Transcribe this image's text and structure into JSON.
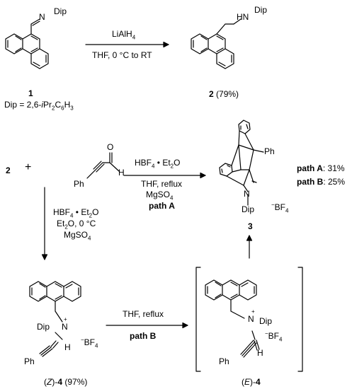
{
  "reaction1": {
    "reagent": "LiAlH",
    "reagent_sub": "4",
    "conditions": "THF, 0 °C to RT"
  },
  "compound1": {
    "number": "1",
    "dip_definition_prefix": "Dip = 2,6-",
    "dip_definition_i": "i",
    "dip_definition_mid": "Pr",
    "dip_definition_sub1": "2",
    "dip_definition_c": "C",
    "dip_definition_sub2": "6",
    "dip_definition_h": "H",
    "dip_definition_sub3": "3",
    "n_label": "N",
    "dip_label": "Dip"
  },
  "compound2": {
    "number": "2",
    "yield": "(79%)",
    "hn_label": "HN",
    "dip_label": "Dip"
  },
  "reaction2": {
    "start_number": "2",
    "plus": "+",
    "aldehyde_o": "O",
    "aldehyde_h": "H",
    "aldehyde_ph": "Ph",
    "pathA_line1": "HBF",
    "pathA_line1_sub": "4",
    "pathA_line1_tail": " • Et",
    "pathA_line1_sub2": "2",
    "pathA_line1_o": "O",
    "pathA_line2": "THF, reflux",
    "pathA_line3": "MgSO",
    "pathA_line3_sub": "4",
    "pathA_label": "path A",
    "down_line1": "HBF",
    "down_line1_sub": "4",
    "down_line1_tail": " • Et",
    "down_line1_sub2": "2",
    "down_line1_o": "O",
    "down_line2": "Et",
    "down_line2_sub": "2",
    "down_line2_tail": "O, 0 °C",
    "down_line3": "MgSO",
    "down_line3_sub": "4"
  },
  "compound3": {
    "number": "3",
    "ph_label": "Ph",
    "n_label": "N",
    "dip_label": "Dip",
    "counterion": "BF",
    "counterion_sub": "4",
    "counterion_sign": "−",
    "pathA_yield_label": "path A",
    "pathA_yield": ": 31%",
    "pathB_yield_label": "path B",
    "pathB_yield": ": 25%"
  },
  "compoundZ4": {
    "stereo": "Z",
    "number": "4",
    "yield": "(97%)",
    "dip_label": "Dip",
    "n_label": "N",
    "plus": "+",
    "h_label": "H",
    "ph_label": "Ph",
    "counterion": "BF",
    "counterion_sub": "4",
    "counterion_sign": "−"
  },
  "reaction3": {
    "conditions": "THF, reflux",
    "path_label": "path B"
  },
  "compoundE4": {
    "stereo": "E",
    "number": "4",
    "n_label": "N",
    "plus": "+",
    "dip_label": "Dip",
    "h_label": "H",
    "ph_label": "Ph",
    "counterion": "BF",
    "counterion_sub": "4",
    "counterion_sign": "−"
  }
}
